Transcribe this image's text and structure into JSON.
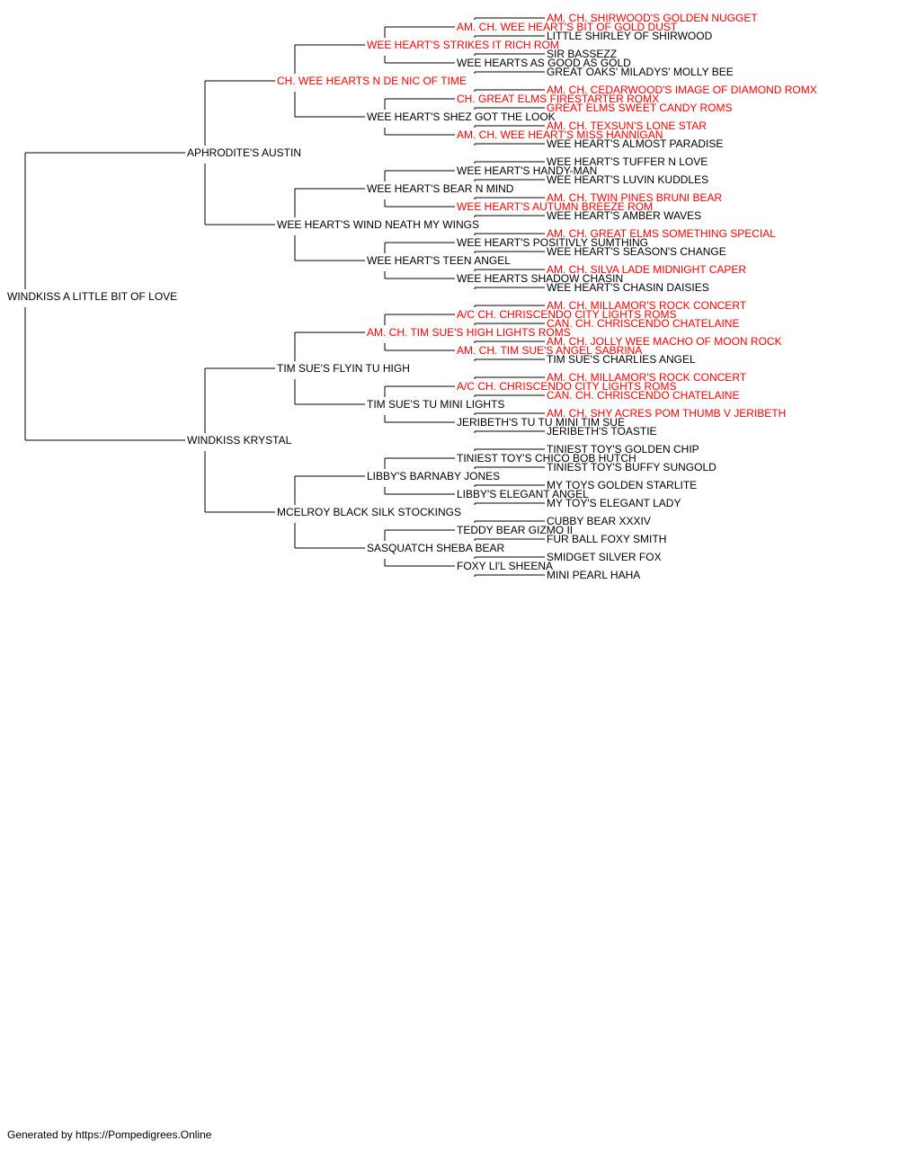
{
  "pedigree": {
    "subject": {
      "name": "WINDKISS A LITTLE BIT OF LOVE",
      "champion": false
    },
    "sire": {
      "name": "APHRODITE'S AUSTIN",
      "champion": false,
      "sire": {
        "name": "CH. WEE HEARTS N DE NIC OF TIME",
        "champion": true,
        "sire": {
          "name": "WEE HEART'S STRIKES IT RICH ROM",
          "champion": true,
          "sire": {
            "name": "AM. CH. WEE HEART'S BIT OF GOLD DUST",
            "champion": true,
            "sire": {
              "name": "AM. CH. SHIRWOOD'S GOLDEN NUGGET",
              "champion": true
            },
            "dam": {
              "name": "LITTLE SHIRLEY OF SHIRWOOD",
              "champion": false
            }
          },
          "dam": {
            "name": "WEE HEARTS AS GOOD AS GOLD",
            "champion": false,
            "sire": {
              "name": "SIR BASSEZZ",
              "champion": false
            },
            "dam": {
              "name": "GREAT OAKS' MILADYS' MOLLY BEE",
              "champion": false
            }
          }
        },
        "dam": {
          "name": "WEE HEART'S SHEZ GOT THE LOOK",
          "champion": false,
          "sire": {
            "name": "CH. GREAT ELMS FIRESTARTER ROMX",
            "champion": true,
            "sire": {
              "name": "AM. CH. CEDARWOOD'S IMAGE OF DIAMOND ROMX",
              "champion": true
            },
            "dam": {
              "name": "GREAT ELMS SWEET CANDY ROMS",
              "champion": true
            }
          },
          "dam": {
            "name": "AM. CH. WEE HEART'S MISS HANNIGAN",
            "champion": true,
            "sire": {
              "name": "AM. CH. TEXSUN'S LONE STAR",
              "champion": true
            },
            "dam": {
              "name": "WEE HEART'S ALMOST PARADISE",
              "champion": false
            }
          }
        }
      },
      "dam": {
        "name": "WEE HEART'S WIND NEATH MY WINGS",
        "champion": false,
        "sire": {
          "name": "WEE HEART'S BEAR N MIND",
          "champion": false,
          "sire": {
            "name": "WEE HEART'S HANDY-MAN",
            "champion": false,
            "sire": {
              "name": "WEE HEART'S TUFFER N LOVE",
              "champion": false
            },
            "dam": {
              "name": "WEE HEART'S LUVIN KUDDLES",
              "champion": false
            }
          },
          "dam": {
            "name": "WEE HEART'S AUTUMN BREEZE ROM",
            "champion": true,
            "sire": {
              "name": "AM. CH. TWIN PINES BRUNI BEAR",
              "champion": true
            },
            "dam": {
              "name": "WEE HEART'S AMBER WAVES",
              "champion": false
            }
          }
        },
        "dam": {
          "name": "WEE HEART'S TEEN ANGEL",
          "champion": false,
          "sire": {
            "name": "WEE HEART'S POSITIVLY SUMTHING",
            "champion": false,
            "sire": {
              "name": "AM. CH. GREAT ELMS SOMETHING SPECIAL",
              "champion": true
            },
            "dam": {
              "name": "WEE HEART'S SEASON'S CHANGE",
              "champion": false
            }
          },
          "dam": {
            "name": "WEE HEARTS SHADOW CHASIN",
            "champion": false,
            "sire": {
              "name": "AM. CH. SILVA LADE MIDNIGHT CAPER",
              "champion": true
            },
            "dam": {
              "name": "WEE HEART'S CHASIN DAISIES",
              "champion": false
            }
          }
        }
      }
    },
    "dam": {
      "name": "WINDKISS KRYSTAL",
      "champion": false,
      "sire": {
        "name": "TIM SUE'S FLYIN TU HIGH",
        "champion": false,
        "sire": {
          "name": "AM. CH. TIM SUE'S HIGH LIGHTS ROMS",
          "champion": true,
          "sire": {
            "name": "A/C CH. CHRISCENDO CITY LIGHTS ROMS",
            "champion": true,
            "sire": {
              "name": "AM. CH. MILLAMOR'S ROCK CONCERT",
              "champion": true
            },
            "dam": {
              "name": "CAN. CH. CHRISCENDO CHATELAINE",
              "champion": true
            }
          },
          "dam": {
            "name": "AM. CH. TIM SUE'S ANGEL SABRINA",
            "champion": true,
            "sire": {
              "name": "AM. CH. JOLLY WEE MACHO OF MOON ROCK",
              "champion": true
            },
            "dam": {
              "name": "TIM SUE'S CHARLIES ANGEL",
              "champion": false
            }
          }
        },
        "dam": {
          "name": "TIM SUE'S TU MINI LIGHTS",
          "champion": false,
          "sire": {
            "name": "A/C CH. CHRISCENDO CITY LIGHTS ROMS",
            "champion": true,
            "sire": {
              "name": "AM. CH. MILLAMOR'S ROCK CONCERT",
              "champion": true
            },
            "dam": {
              "name": "CAN. CH. CHRISCENDO CHATELAINE",
              "champion": true
            }
          },
          "dam": {
            "name": "JERIBETH'S TU TU MINI TIM SUE",
            "champion": false,
            "sire": {
              "name": "AM. CH. SHY ACRES POM THUMB V JERIBETH",
              "champion": true
            },
            "dam": {
              "name": "JERIBETH'S TOASTIE",
              "champion": false
            }
          }
        }
      },
      "dam": {
        "name": "MCELROY BLACK SILK STOCKINGS",
        "champion": false,
        "sire": {
          "name": "LIBBY'S BARNABY JONES",
          "champion": false,
          "sire": {
            "name": "TINIEST TOY'S CHICO BOB HUTCH",
            "champion": false,
            "sire": {
              "name": "TINIEST TOY'S GOLDEN CHIP",
              "champion": false
            },
            "dam": {
              "name": "TINIEST TOY'S BUFFY SUNGOLD",
              "champion": false
            }
          },
          "dam": {
            "name": "LIBBY'S ELEGANT ANGEL",
            "champion": false,
            "sire": {
              "name": "MY TOYS GOLDEN STARLITE",
              "champion": false
            },
            "dam": {
              "name": "MY TOY'S ELEGANT LADY",
              "champion": false
            }
          }
        },
        "dam": {
          "name": "SASQUATCH SHEBA BEAR",
          "champion": false,
          "sire": {
            "name": "TEDDY BEAR GIZMO II",
            "champion": false,
            "sire": {
              "name": "CUBBY BEAR XXXIV",
              "champion": false
            },
            "dam": {
              "name": "FUR BALL FOXY SMITH",
              "champion": false
            }
          },
          "dam": {
            "name": "FOXY LI'L SHEENA",
            "champion": false,
            "sire": {
              "name": "SMIDGET SILVER FOX",
              "champion": false
            },
            "dam": {
              "name": "MINI PEARL HAHA",
              "champion": false
            }
          }
        }
      }
    }
  },
  "footer": {
    "text": "Generated by https://Pompedigrees.Online"
  },
  "colors": {
    "champion": "#ff0000",
    "normal": "#000000",
    "line": "#000000"
  }
}
